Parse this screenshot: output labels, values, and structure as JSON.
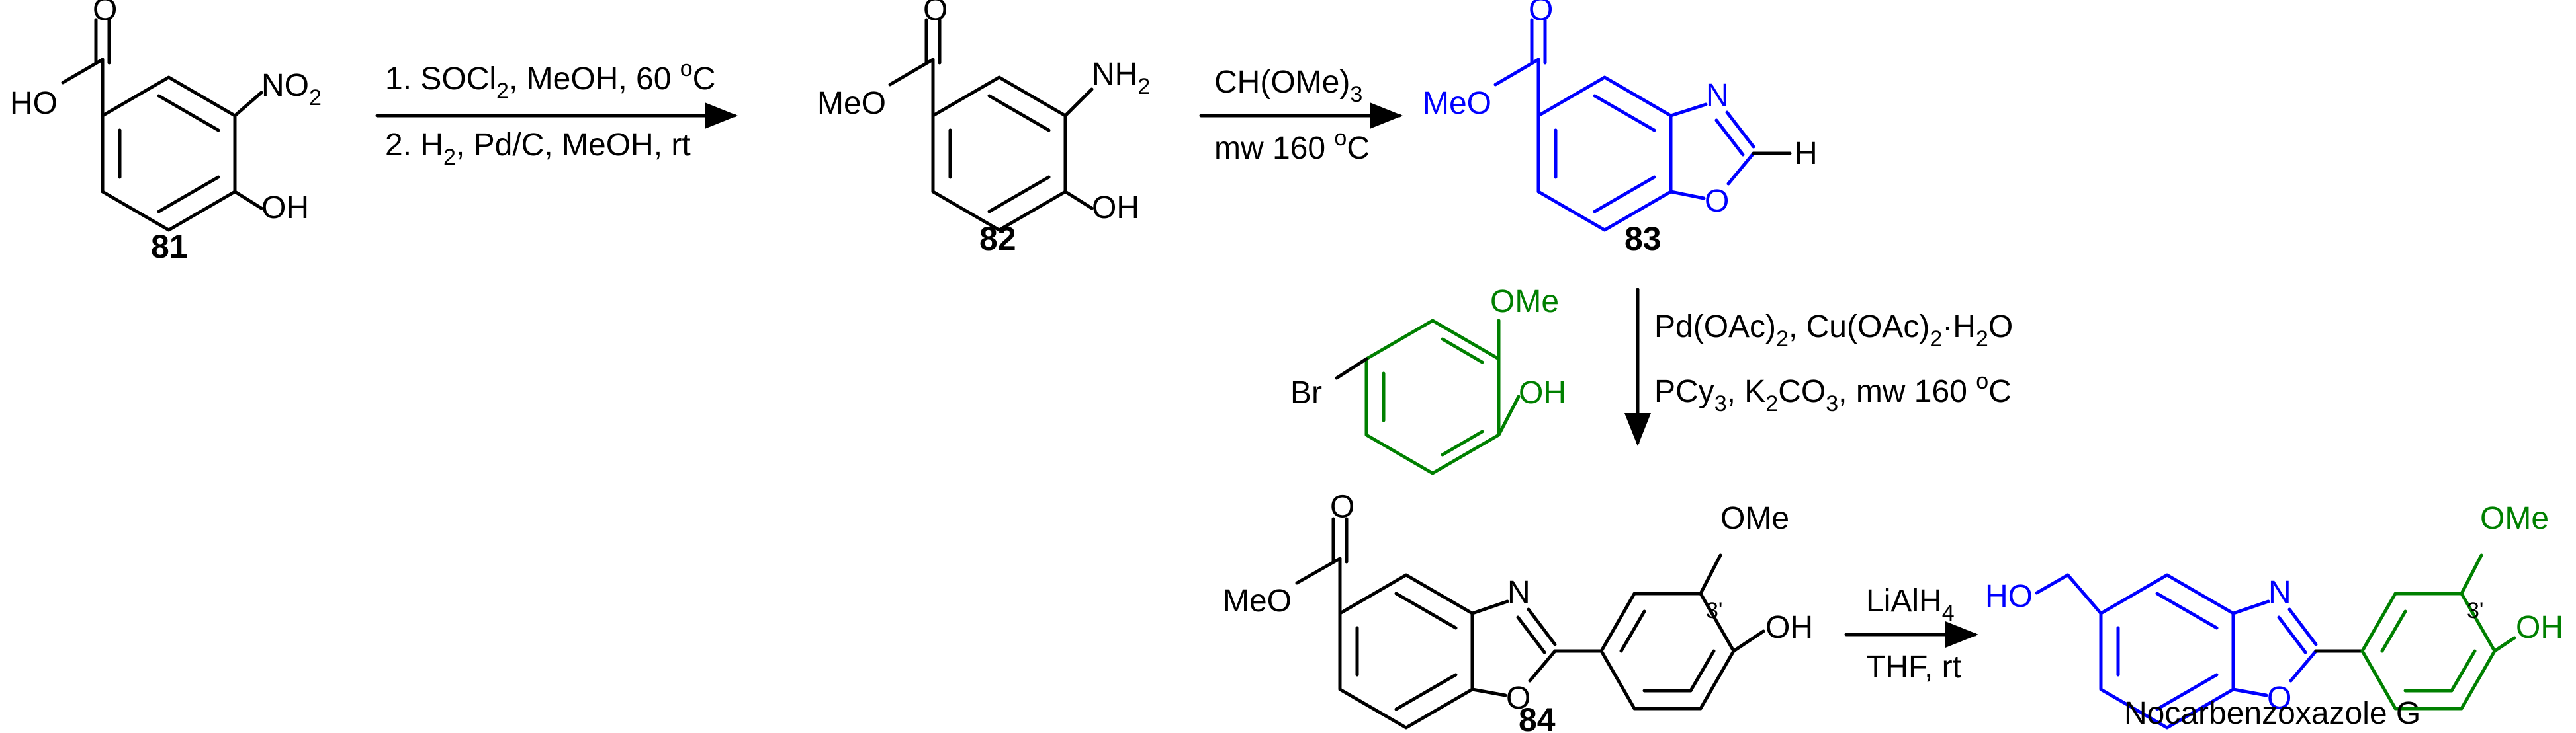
{
  "colors": {
    "black": "#000000",
    "benzoxazole_blue": "#0000ff",
    "phenol_green": "#008000"
  },
  "compounds": {
    "c81": {
      "number": "81",
      "ho": "HO",
      "no2_main": "NO",
      "no2_sub": "2",
      "o": "O",
      "oh": "OH"
    },
    "c82": {
      "number": "82",
      "meo": "MeO",
      "o": "O",
      "nh2_main": "NH",
      "nh2_sub": "2",
      "oh": "OH"
    },
    "c83": {
      "number": "83",
      "meo": "MeO",
      "o": "O",
      "n": "N",
      "ring_o": "O",
      "h": "H"
    },
    "bromide": {
      "br": "Br",
      "ome": "OMe",
      "oh": "OH"
    },
    "c84": {
      "number": "84",
      "meo": "MeO",
      "o": "O",
      "n": "N",
      "ring_o": "O",
      "ome": "OMe",
      "position": "3'",
      "oh": "OH"
    },
    "product": {
      "name": "Nocarbenzoxazole G",
      "ho": "HO",
      "n": "N",
      "ring_o": "O",
      "ome": "OMe",
      "position": "3'",
      "oh": "OH"
    }
  },
  "reactions": {
    "step1": {
      "line1_a": "1. SOCl",
      "line1_sub": "2",
      "line1_b": ", MeOH, 60 ",
      "line1_sup": "o",
      "line1_c": "C",
      "line2_a": "2. H",
      "line2_sub": "2",
      "line2_b": ", Pd/C, MeOH, rt"
    },
    "step2": {
      "line1": "CH(OMe)",
      "line1_sub": "3",
      "line2_a": "mw 160 ",
      "line2_sup": "o",
      "line2_b": "C"
    },
    "step3": {
      "line1_a": "Pd(OAc)",
      "line1_sub1": "2",
      "line1_b": ", Cu(OAc)",
      "line1_sub2": "2",
      "line1_c": "·H",
      "line1_sub3": "2",
      "line1_d": "O",
      "line2_a": "PCy",
      "line2_sub1": "3",
      "line2_b": ", K",
      "line2_sub2": "2",
      "line2_c": "CO",
      "line2_sub3": "3",
      "line2_d": ", mw 160 ",
      "line2_sup": "o",
      "line2_e": "C"
    },
    "step4": {
      "line1_a": "LiAlH",
      "line1_sub": "4",
      "line2": "THF, rt"
    }
  }
}
